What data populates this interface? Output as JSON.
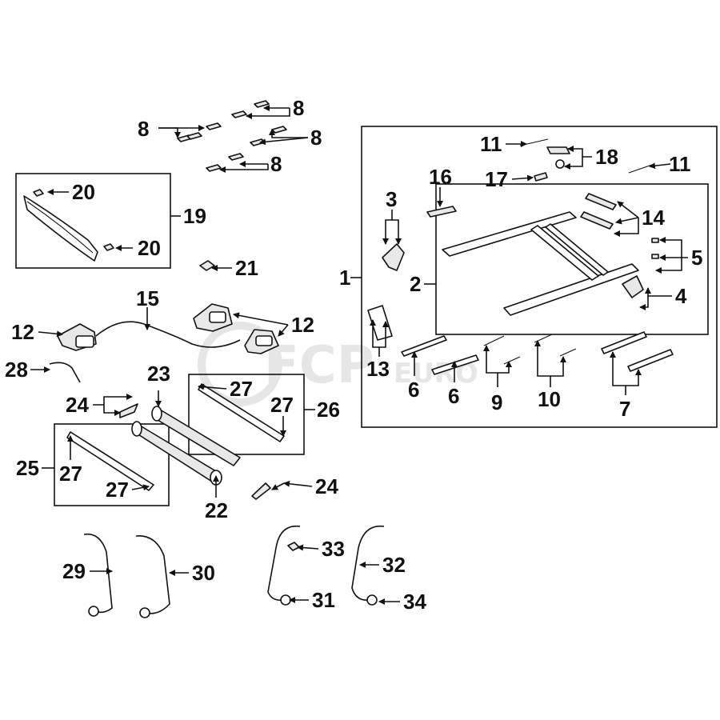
{
  "watermark": {
    "brand": "FCP",
    "suffix": "EURO"
  },
  "callouts": {
    "c1": "1",
    "c2": "2",
    "c3": "3",
    "c4": "4",
    "c5": "5",
    "c6a": "6",
    "c6b": "6",
    "c7": "7",
    "c8a": "8",
    "c8b": "8",
    "c8c": "8",
    "c8d": "8",
    "c9": "9",
    "c10": "10",
    "c11a": "11",
    "c11b": "11",
    "c12a": "12",
    "c12b": "12",
    "c13": "13",
    "c14": "14",
    "c15": "15",
    "c16": "16",
    "c17": "17",
    "c18": "18",
    "c19": "19",
    "c20a": "20",
    "c20b": "20",
    "c21": "21",
    "c22": "22",
    "c23": "23",
    "c24a": "24",
    "c24b": "24",
    "c25": "25",
    "c26": "26",
    "c27a": "27",
    "c27b": "27",
    "c27c": "27",
    "c27d": "27",
    "c28": "28",
    "c29": "29",
    "c30": "30",
    "c31": "31",
    "c32": "32",
    "c33": "33",
    "c34": "34"
  },
  "colors": {
    "line": "#111111",
    "part_fill": "#ffffff",
    "shade": "#e8e8e8",
    "watermark": "#e6e6e6"
  }
}
